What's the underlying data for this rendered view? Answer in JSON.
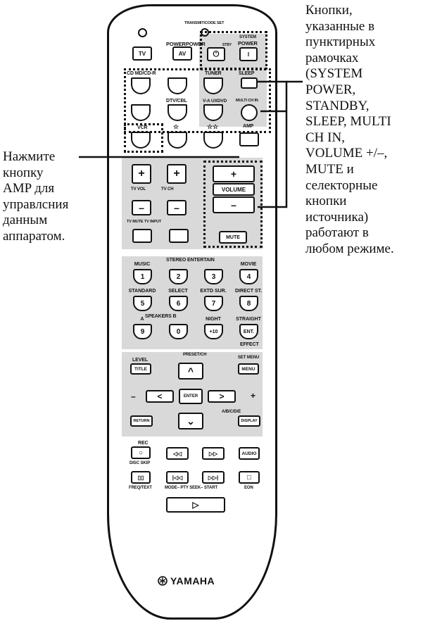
{
  "annotations": {
    "right": "Кнопки,\nуказанные в\nпунктирных\nрамочках\n(SYSTEM\nPOWER,\nSTANDBY,\nSLEEP, MULTI\nCH IN,\nVOLUME +/–,\nMUTE и\nселекторные\nкнопки\nисточника)\nработают в\nлюбом режиме.",
    "left": "Нажмите\nкнопку\nAMP для\nуправлсния\nданным\nаппаратом."
  },
  "remote": {
    "top_label": "TRANSMIT/CODE SET",
    "power_label": "POWERPOWER",
    "power_sub": "STBY",
    "system_label": "SYSTEM",
    "system_power": "POWER",
    "tv_button": "TV",
    "av_button": "AV",
    "standby_glyph": "⏻",
    "power_glyph": "I",
    "inputs": {
      "cd_md": "CD MD/CD-R",
      "tuner": "TUNER",
      "sleep": "SLEEP",
      "dtv": "DTV/CBL",
      "vaux": "V-A UXDVD",
      "multi": "MULTI CH IN",
      "vcr": "VCR",
      "star1": "☆",
      "star2": "☆☆",
      "amp": "AMP"
    },
    "volume": {
      "tv_vol": "TV VOL",
      "tv_ch": "TV CH",
      "volume": "VOLUME",
      "plus": "+",
      "minus": "–",
      "tv_mute": "TV MUTE TV INPUT",
      "mute": "MUTE"
    },
    "numpad": [
      {
        "top": "MUSIC",
        "n": "1"
      },
      {
        "top": "",
        "n": "2"
      },
      {
        "top": "",
        "n": "3"
      },
      {
        "top": "MOVIE",
        "n": "4"
      },
      {
        "top": "STANDARD",
        "n": "5"
      },
      {
        "top": "SELECT",
        "n": "6"
      },
      {
        "top": "EXTD SUR.",
        "n": "7"
      },
      {
        "top": "DIRECT ST.",
        "n": "8"
      },
      {
        "top": "A",
        "n": "9"
      },
      {
        "top": "",
        "n": "0"
      },
      {
        "top": "NIGHT",
        "n": "+10"
      },
      {
        "top": "STRAIGHT",
        "n": "ENT."
      }
    ],
    "numpad_extra": {
      "stereo_ent": "STEREO ENTERTAIN",
      "speakers": "SPEAKERS B",
      "effect": "EFFECT"
    },
    "nav": {
      "level": "LEVEL",
      "title": "TITLE",
      "preset": "PRESET/CH",
      "setmenu": "SET MENU",
      "menu": "MENU",
      "enter": "ENTER",
      "return": "RETURN",
      "abcde": "A/B/C/D/E",
      "display": "DISPLAY",
      "up": "^",
      "down": "⌄",
      "left": "<",
      "right": ">",
      "minus": "–",
      "plus": "+"
    },
    "transport": {
      "rec": "REC",
      "disc_skip": "DISC SKIP",
      "audio": "AUDIO",
      "freq": "FREQ/TEXT",
      "mode": "MODE– PTY SEEK– START",
      "eon": "EON",
      "rew": "◁◁",
      "ff": "▷▷",
      "prev": "|◁◁",
      "next": "▷▷|",
      "pause": "▯▯",
      "stop": "□",
      "play": "▷",
      "rec_glyph": "○"
    },
    "brand": "YAMAHA"
  },
  "colors": {
    "panel": "#d9d9d9",
    "ink": "#111111"
  }
}
